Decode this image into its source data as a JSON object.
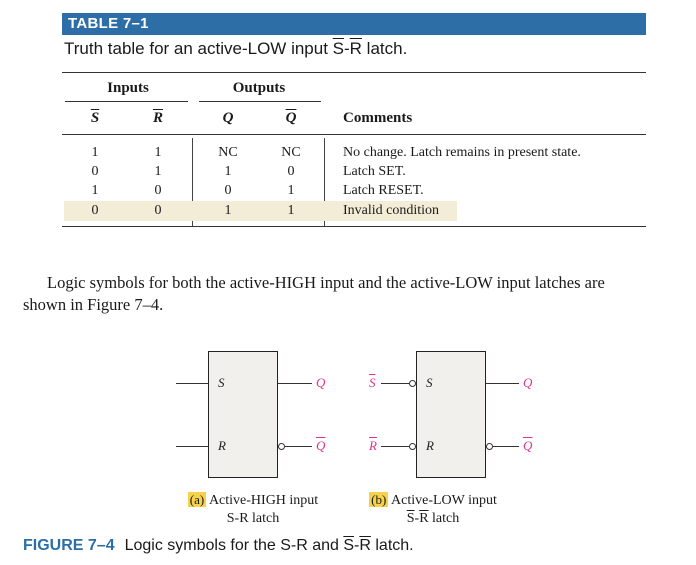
{
  "table": {
    "header": "TABLE 7–1",
    "caption_prefix": "Truth table for an active-LOW input ",
    "caption_s": "S",
    "caption_dash": "-",
    "caption_r": "R",
    "caption_suffix": " latch.",
    "group_inputs": "Inputs",
    "group_outputs": "Outputs",
    "col_s": "S",
    "col_r": "R",
    "col_q": "Q",
    "col_qbar": "Q",
    "col_comments": "Comments",
    "rows": [
      {
        "s": "1",
        "r": "1",
        "q": "NC",
        "qbar": "NC",
        "comment": "No change. Latch remains in present state."
      },
      {
        "s": "0",
        "r": "1",
        "q": "1",
        "qbar": "0",
        "comment": "Latch SET."
      },
      {
        "s": "1",
        "r": "0",
        "q": "0",
        "qbar": "1",
        "comment": "Latch RESET."
      },
      {
        "s": "0",
        "r": "0",
        "q": "1",
        "qbar": "1",
        "comment": "Invalid condition"
      }
    ]
  },
  "paragraph": {
    "line1": "Logic symbols for both the active-HIGH input and the active-LOW input latches are",
    "line2": "shown in Figure 7–4."
  },
  "symbols": {
    "a": {
      "in_s": "S",
      "in_r": "R",
      "out_q": "Q",
      "out_qbar": "Q",
      "tag": "(a)",
      "caption1": " Active-HIGH input",
      "caption2": "S-R latch"
    },
    "b": {
      "ext_s": "S",
      "ext_r": "R",
      "in_s": "S",
      "in_r": "R",
      "out_q": "Q",
      "out_qbar": "Q",
      "tag": "(b)",
      "caption1": " Active-LOW input",
      "caption2_s": "S",
      "caption2_dash": "-",
      "caption2_r": "R",
      "caption2_suffix": " latch"
    }
  },
  "figure": {
    "number": "FIGURE 7–4",
    "text_prefix": "Logic symbols for the S-R and ",
    "text_s": "S",
    "text_dash": "-",
    "text_r": "R",
    "text_suffix": " latch."
  },
  "colors": {
    "banner": "#2e6ea6",
    "highlight_row": "#f3ecd6",
    "pin_label": "#e0338a",
    "tag_bg": "#f5d24a"
  }
}
